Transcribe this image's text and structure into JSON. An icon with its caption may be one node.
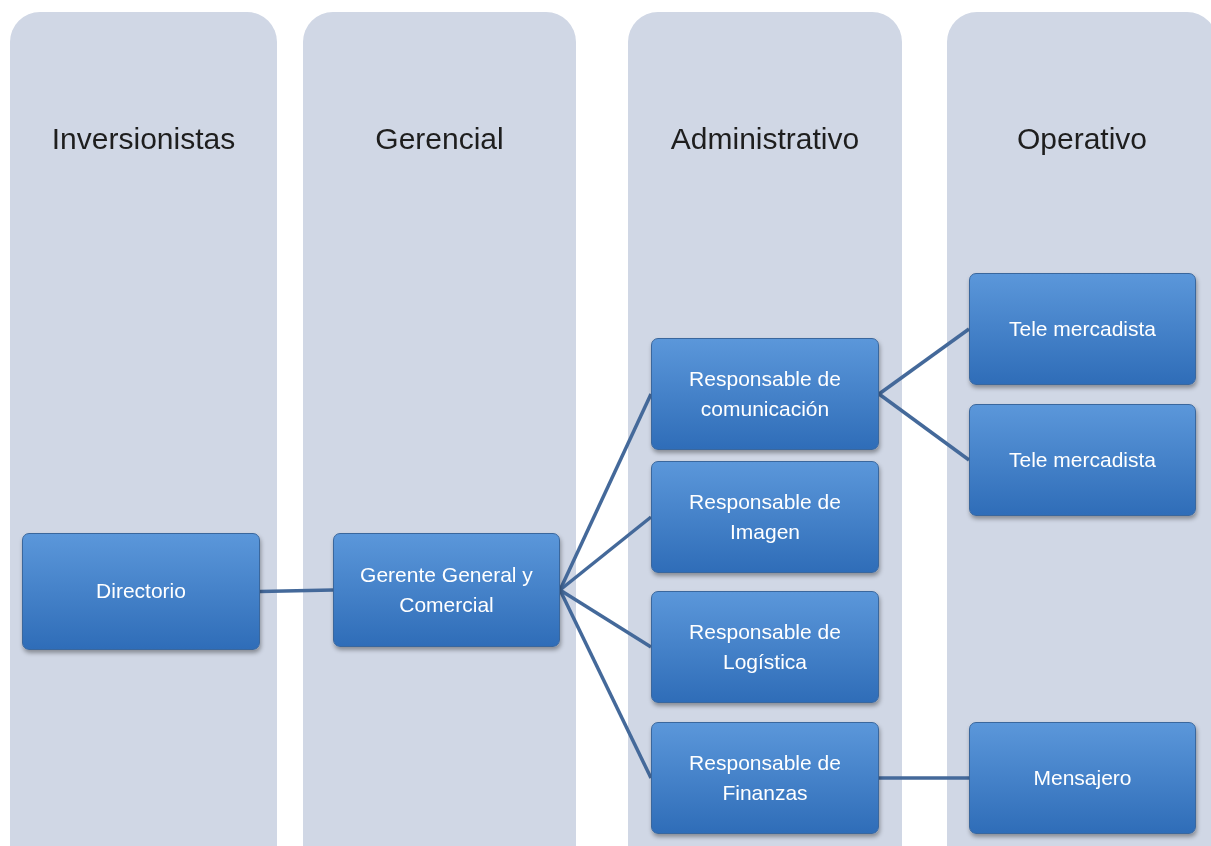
{
  "diagram": {
    "nodes": [
      {
        "text": [
          "Inversionistas"
        ]
      },
      {
        "text": [
          "Directorio"
        ],
        "in": 0
      },
      {
        "text": [
          "Gerencial"
        ]
      },
      {
        "text": [
          "Gerente General y Comercial"
        ],
        "in": 2
      },
      {
        "text": [
          "Administrativo"
        ]
      },
      {
        "text": [
          "Responsable de comunicación"
        ],
        "in": 4
      },
      {
        "text": [
          "Responsable de Imagen"
        ],
        "in": 4
      },
      {
        "text": [
          "Responsable de Logística"
        ],
        "in": 4
      },
      {
        "text": [
          "Responsable de Finanzas"
        ],
        "in": 4
      },
      {
        "text": [
          "Operativo"
        ]
      },
      {
        "text": [
          "Tele mercadista"
        ],
        "in": 9
      },
      {
        "text": [
          "Tele mercadista"
        ],
        "in": 9
      },
      {
        "text": [
          "Mensajero"
        ],
        "in": 9
      }
    ],
    "edges": [
      {
        "from": 1,
        "to": 3,
        "arrow": "none"
      },
      {
        "from": 3,
        "to": 5,
        "arrow": "none"
      },
      {
        "from": 3,
        "to": 6,
        "arrow": "none"
      },
      {
        "from": 3,
        "to": 7,
        "arrow": "none"
      },
      {
        "from": 3,
        "to": 8,
        "arrow": "none"
      },
      {
        "from": 5,
        "to": 10,
        "arrow": "none"
      },
      {
        "from": 5,
        "to": 11,
        "arrow": "none"
      },
      {
        "from": 8,
        "to": 12,
        "arrow": "none"
      }
    ]
  }
}
